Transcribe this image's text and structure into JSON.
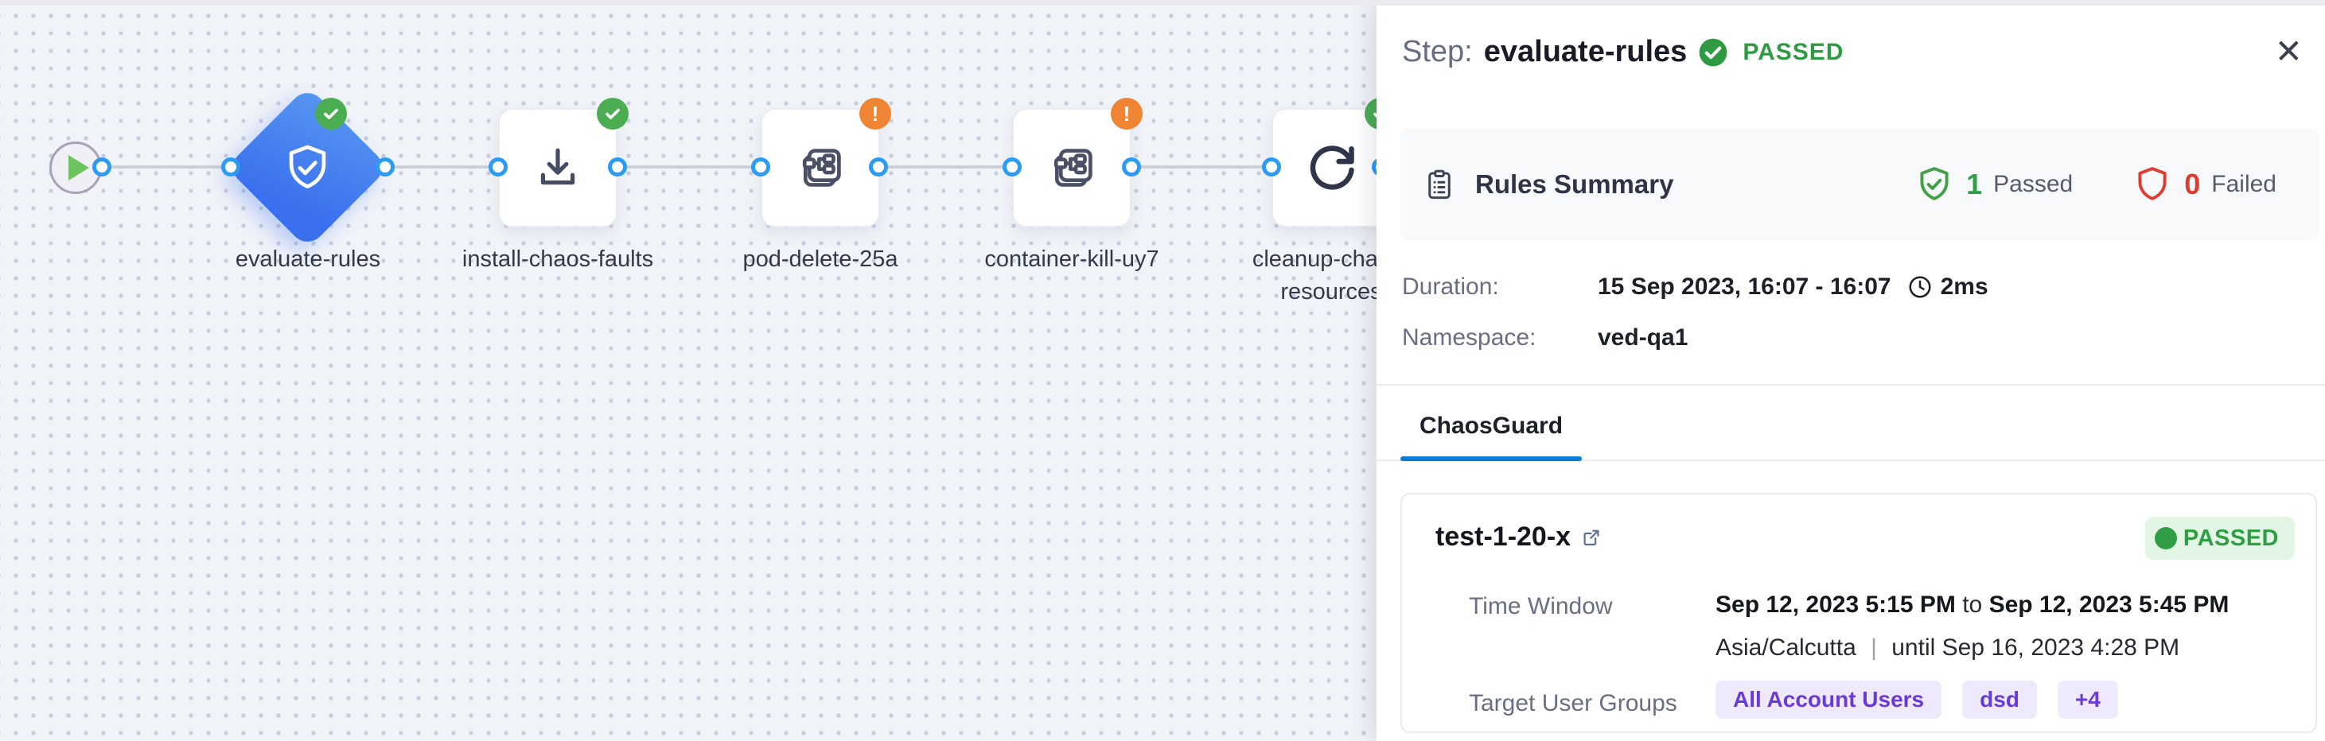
{
  "header": {
    "step_label": "Step:",
    "step_name": "evaluate-rules",
    "status": "PASSED",
    "close_glyph": "✕"
  },
  "rules_summary": {
    "title": "Rules Summary",
    "passed_count": "1",
    "passed_label": "Passed",
    "failed_count": "0",
    "failed_label": "Failed"
  },
  "meta": {
    "duration_label": "Duration:",
    "duration_value": "15 Sep 2023, 16:07 - 16:07",
    "duration_time": "2ms",
    "namespace_label": "Namespace:",
    "namespace_value": "ved-qa1"
  },
  "tabs": [
    {
      "label": "ChaosGuard"
    }
  ],
  "guard_card": {
    "name": "test-1-20-x",
    "status": "PASSED",
    "time_window_label": "Time Window",
    "time_from": "Sep 12, 2023 5:15 PM",
    "to_word": "to",
    "time_to": "Sep 12, 2023 5:45 PM",
    "timezone": "Asia/Calcutta",
    "separator": "|",
    "until": "until Sep 16, 2023 4:28 PM",
    "groups_label": "Target User Groups",
    "groups": [
      "All Account Users",
      "dsd",
      "+4"
    ]
  },
  "pipeline": {
    "nodes": [
      {
        "id": "start",
        "type": "start"
      },
      {
        "id": "evaluate-rules",
        "label": "evaluate-rules",
        "type": "chaosguard-step",
        "status": "passed"
      },
      {
        "id": "install-chaos-faults",
        "label": "install-chaos-faults",
        "type": "install-step",
        "status": "passed"
      },
      {
        "id": "pod-delete-25a",
        "label": "pod-delete-25a",
        "type": "chaos-fault",
        "status": "warning"
      },
      {
        "id": "container-kill-uy7",
        "label": "container-kill-uy7",
        "type": "chaos-fault",
        "status": "warning"
      },
      {
        "id": "cleanup-chaos-resources",
        "label": "cleanup-chaos-resources",
        "type": "cleanup-step",
        "status": "passed"
      }
    ],
    "warning_glyph": "!"
  },
  "colors": {
    "accent_blue": "#0a7bd6",
    "node_blue_gradient": [
      "#5796f1",
      "#3a70ee"
    ],
    "success_green": "#2e9e47",
    "badge_green": "#4aad52",
    "warning_orange": "#ef8432",
    "error_red": "#de3b31",
    "chip_purple_text": "#6a3ad6",
    "chip_purple_bg": "#efe9fc",
    "port_blue": "#2b9bf3",
    "canvas_bg": "#f0f3f8"
  }
}
